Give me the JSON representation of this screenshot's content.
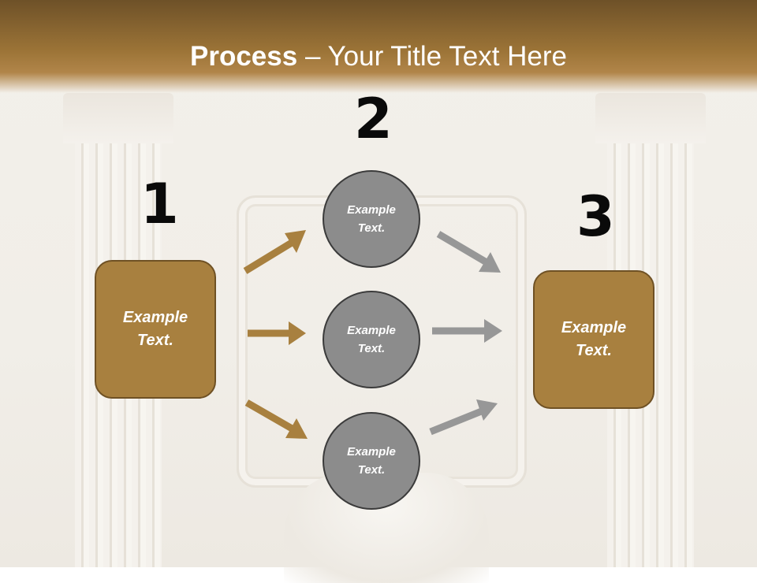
{
  "slide": {
    "title_bold": "Process",
    "title_rest": " – Your Title Text Here"
  },
  "steps": {
    "one": {
      "number": "1",
      "label": "Example Text."
    },
    "two": {
      "number": "2"
    },
    "three": {
      "number": "3",
      "label": "Example Text."
    }
  },
  "circles": [
    {
      "label": "Example Text."
    },
    {
      "label": "Example Text."
    },
    {
      "label": "Example Text."
    }
  ],
  "colors": {
    "header": "#9c7437",
    "box_fill": "#a8803f",
    "box_border": "#6f5124",
    "circle_fill": "#8c8c8c",
    "circle_border": "#3b3b3b",
    "arrow_gold": "#a8803f",
    "arrow_gray": "#979797"
  }
}
